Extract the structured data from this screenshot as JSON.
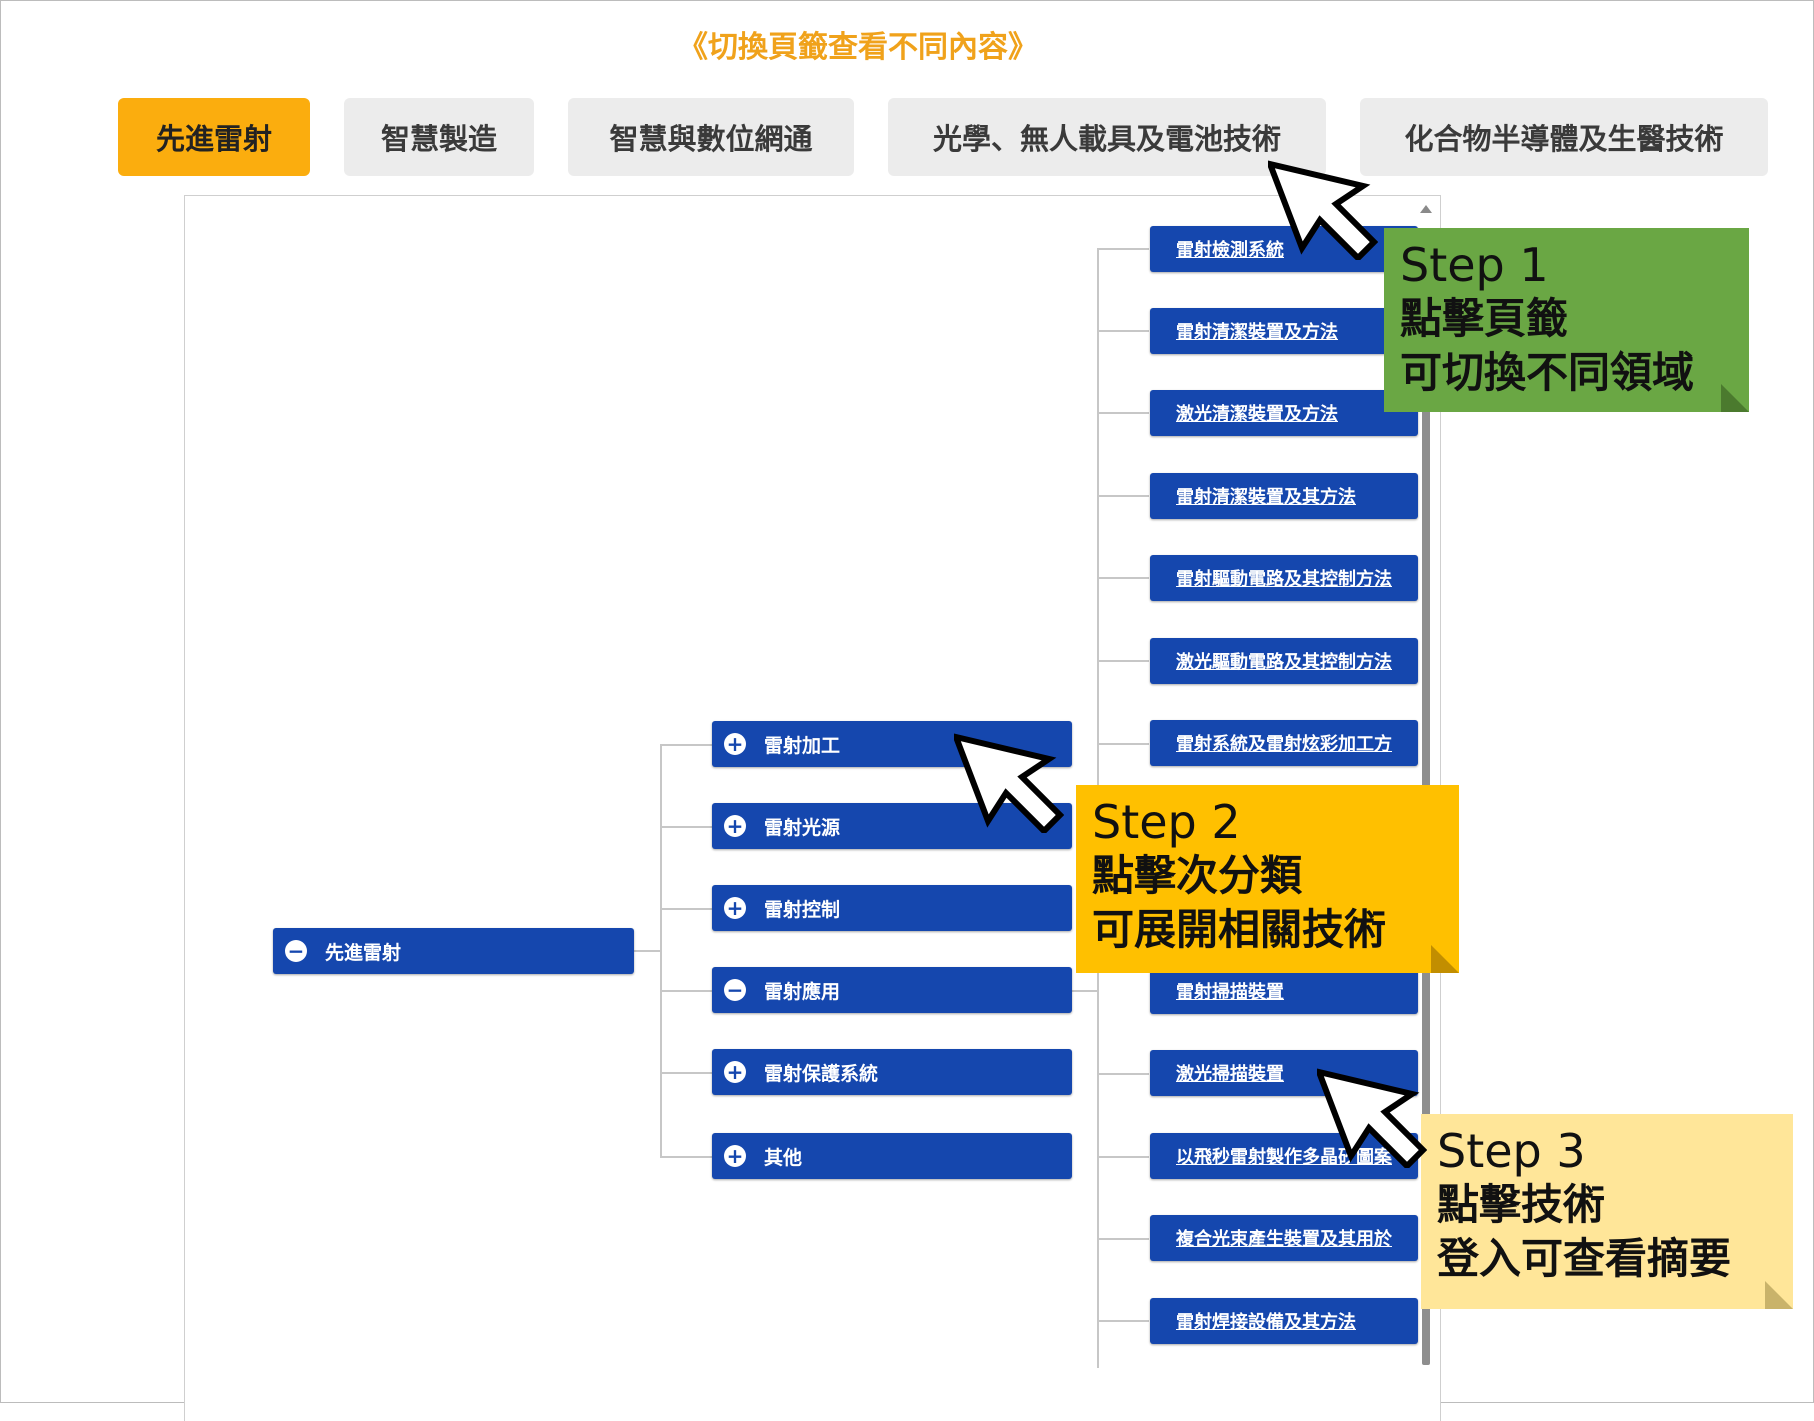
{
  "headline": "《切換頁籤查看不同內容》",
  "tabs": [
    {
      "label": "先進雷射",
      "active": true
    },
    {
      "label": "智慧製造",
      "active": false
    },
    {
      "label": "智慧與數位網通",
      "active": false
    },
    {
      "label": "光學、無人載具及電池技術",
      "active": false
    },
    {
      "label": "化合物半導體及生醫技術",
      "active": false
    }
  ],
  "tree": {
    "root": {
      "label": "先進雷射",
      "expanded": true
    },
    "categories": [
      {
        "label": "雷射加工",
        "expanded": false
      },
      {
        "label": "雷射光源",
        "expanded": false
      },
      {
        "label": "雷射控制",
        "expanded": false
      },
      {
        "label": "雷射應用",
        "expanded": true
      },
      {
        "label": "雷射保護系統",
        "expanded": false
      },
      {
        "label": "其他",
        "expanded": false
      }
    ],
    "technologies": [
      "雷射檢測系統",
      "雷射清潔裝置及方法",
      "激光清潔裝置及方法",
      "雷射清潔裝置及其方法",
      "雷射驅動電路及其控制方法",
      "激光驅動電路及其控制方法",
      "雷射系統及雷射炫彩加工方",
      "",
      "",
      "雷射掃描裝置",
      "激光掃描裝置",
      "以飛秒雷射製作多晶矽圖案",
      "複合光束產生裝置及其用於",
      "雷射焊接設備及其方法"
    ]
  },
  "callouts": [
    {
      "step": "Step 1",
      "lines": [
        "點擊頁籤",
        "可切換不同領域"
      ],
      "color": "#6aa744"
    },
    {
      "step": "Step 2",
      "lines": [
        "點擊次分類",
        "可展開相關技術"
      ],
      "color": "#ffc000"
    },
    {
      "step": "Step 3",
      "lines": [
        "點擊技術",
        "登入可查看摘要"
      ],
      "color": "#ffe699"
    }
  ],
  "icons": {
    "expand": "plus-circle-icon",
    "collapse": "minus-circle-icon",
    "cursor": "arrow-cursor-icon"
  }
}
